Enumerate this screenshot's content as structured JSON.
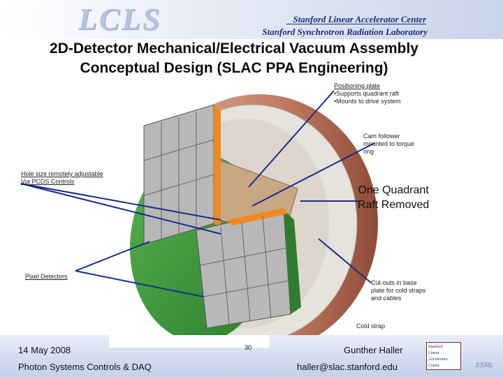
{
  "header": {
    "logo_text": "LCLS",
    "org_line1": "Stanford Linear Accelerator Center",
    "org_line2": "Stanford Synchrotron Radiation Laboratory"
  },
  "slide": {
    "title_line1": "2D-Detector Mechanical/Electrical Vacuum Assembly",
    "title_line2": "Conceptual Design (SLAC PPA Engineering)"
  },
  "callouts": {
    "positioning_plate": [
      "Positioning plate",
      "•Supports quadrant raft",
      "•Mounts to drive system"
    ],
    "cam_follower": [
      "Cam follower",
      "mounted to torque",
      "ring"
    ],
    "hole_size": [
      "Hole size remotely adjustable",
      "Via PCDS Controls"
    ],
    "one_quadrant": [
      "One Quadrant",
      "Raft Removed"
    ],
    "pixel_detectors": "Pixel Detectors",
    "cutouts": [
      "Cut-outs in base",
      "plate for cold straps",
      "and cables"
    ],
    "cold_strap": "Cold strap"
  },
  "footer": {
    "date": "14 May 2008",
    "page_number": "30",
    "author": "Gunther Haller",
    "dept": "Photon Systems Controls & DAQ",
    "email": "haller@slac.stanford.edu",
    "slac_logo_lines": [
      "Stanford",
      "Linear",
      "Accelerator",
      "Center"
    ],
    "ssrl_logo": "SSRL"
  },
  "colors": {
    "green_plate": "#3c9a3c",
    "copper_ring": "#c88a70",
    "orange_edge": "#ee8a22",
    "arrow_blue": "#1a2a8a"
  }
}
